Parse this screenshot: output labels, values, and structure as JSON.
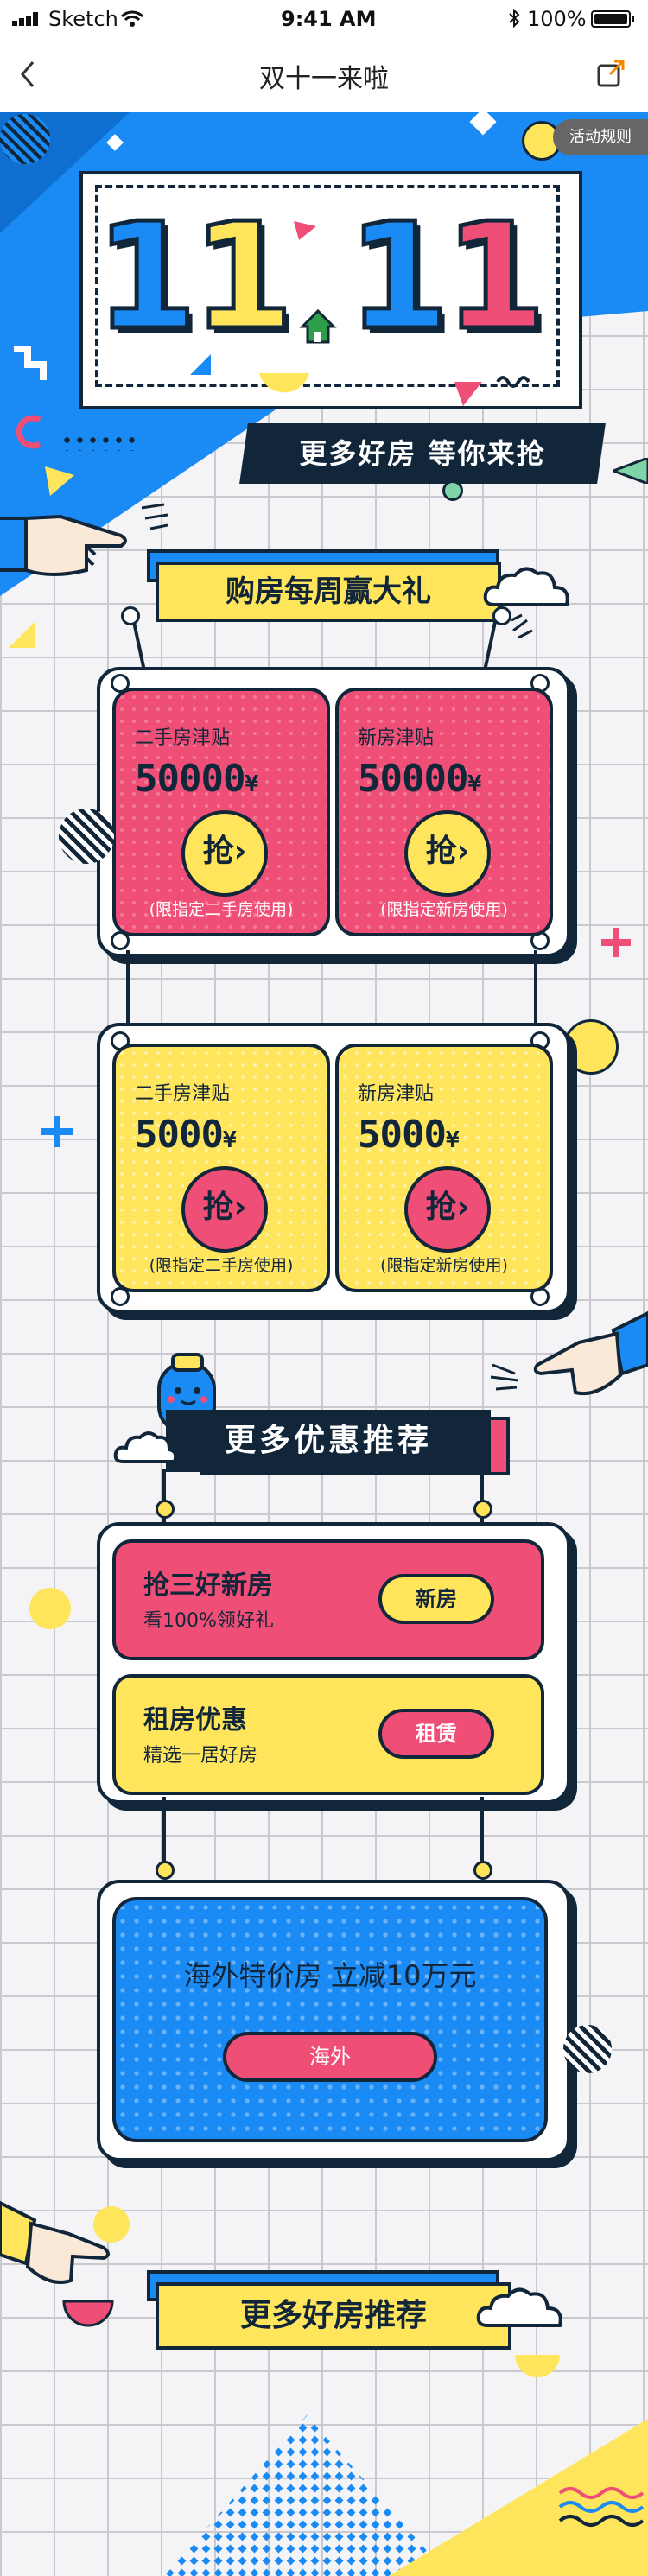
{
  "status_bar": {
    "carrier": "Sketch",
    "time": "9:41 AM",
    "battery": "100%"
  },
  "nav": {
    "title": "双十一来啦",
    "back_icon": "chevron-left-icon",
    "share_icon": "share-icon"
  },
  "hero": {
    "rules_label": "活动规则",
    "big_digits": [
      "1",
      "1",
      "1",
      "1"
    ],
    "subtitle": "更多好房 等你来抢"
  },
  "weekly": {
    "title": "购房每周赢大礼",
    "row1": [
      {
        "label": "二手房津贴",
        "amount": "50000",
        "currency": "¥",
        "grab": "抢",
        "note": "(限指定二手房使用)"
      },
      {
        "label": "新房津贴",
        "amount": "50000",
        "currency": "¥",
        "grab": "抢",
        "note": "(限指定新房使用)"
      }
    ],
    "row2": [
      {
        "label": "二手房津贴",
        "amount": "5000",
        "currency": "¥",
        "grab": "抢",
        "note": "(限指定二手房使用)"
      },
      {
        "label": "新房津贴",
        "amount": "5000",
        "currency": "¥",
        "grab": "抢",
        "note": "(限指定新房使用)"
      }
    ]
  },
  "deals": {
    "title": "更多优惠推荐",
    "items": [
      {
        "title": "抢三好新房",
        "subtitle": "看100%领好礼",
        "button": "新房"
      },
      {
        "title": "租房优惠",
        "subtitle": "精选一居好房",
        "button": "租赁"
      }
    ],
    "overseas": {
      "title": "海外特价房 立减10万元",
      "button": "海外"
    }
  },
  "more": {
    "title": "更多好房推荐"
  },
  "colors": {
    "navy": "#12263a",
    "blue": "#1a8af5",
    "pink": "#ef4f76",
    "yellow": "#ffe55c"
  }
}
